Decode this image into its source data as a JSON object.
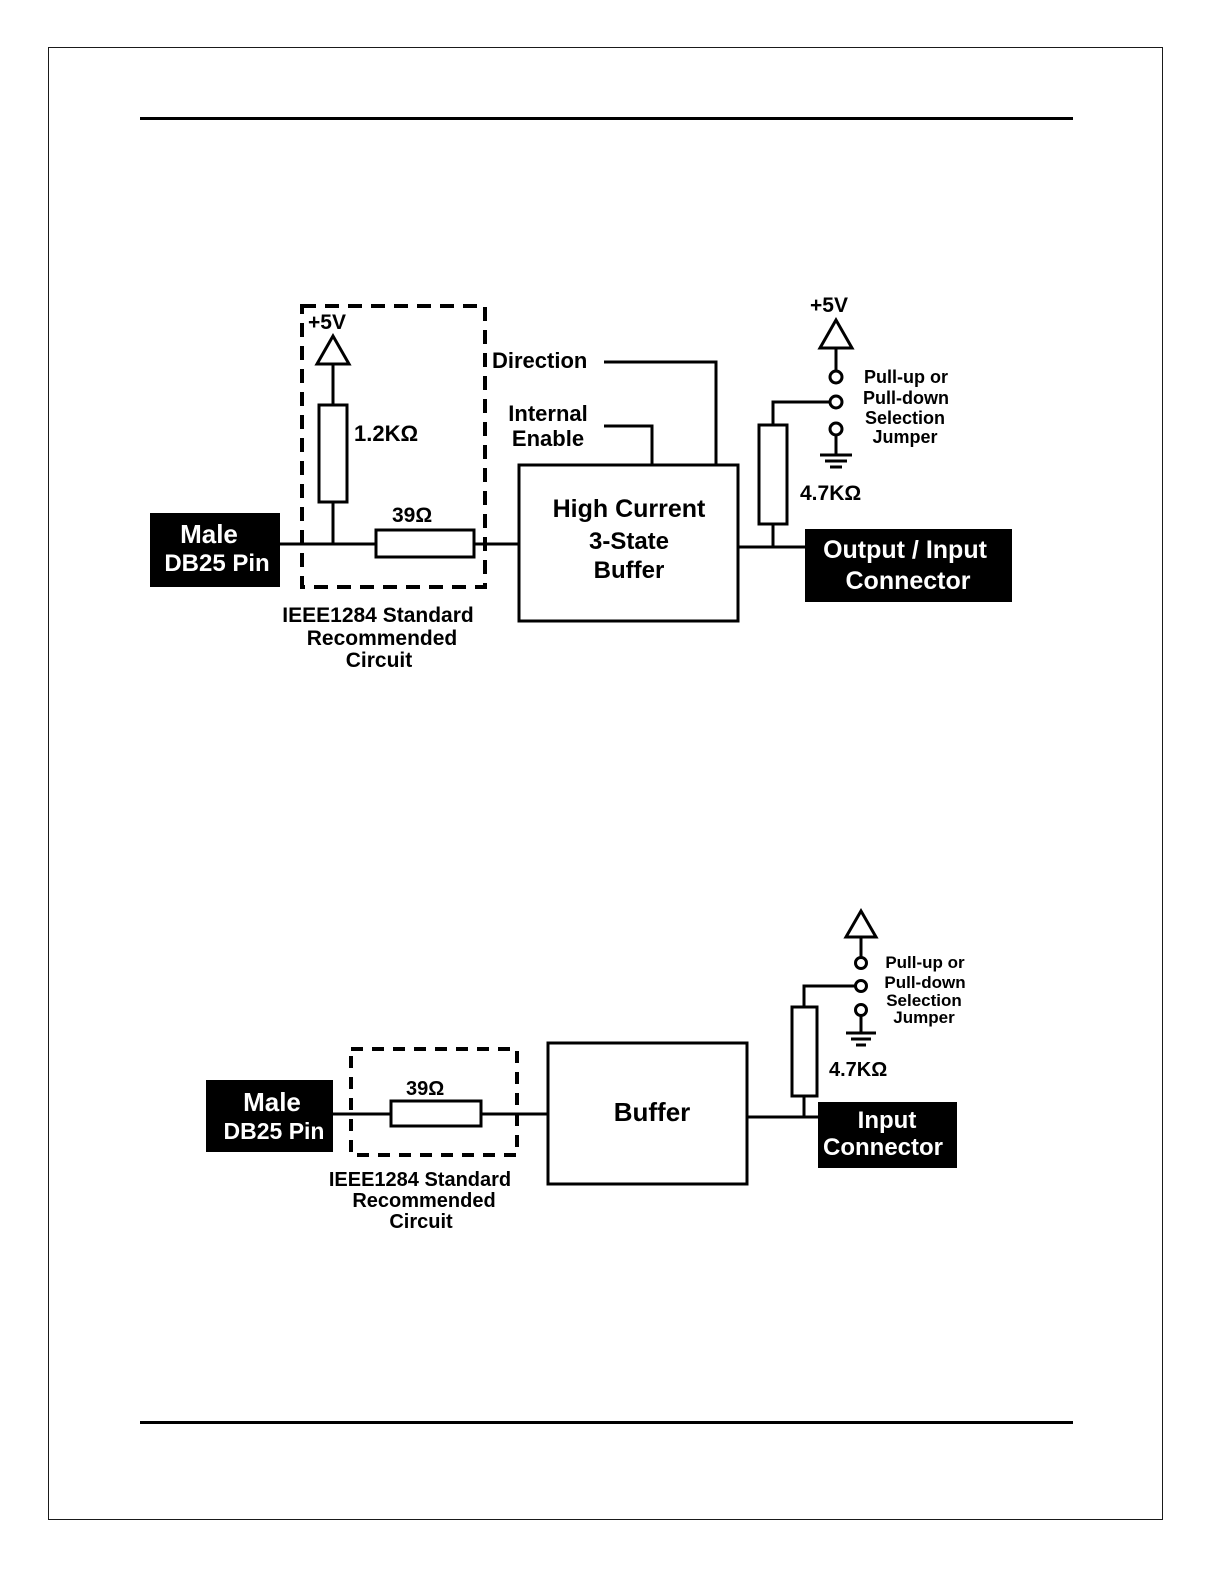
{
  "colors": {
    "ink": "#000000",
    "paper": "#ffffff"
  },
  "diagram_output": {
    "supply_label": "+5V",
    "pullup_resistor_label": "1.2KΩ",
    "series_resistor_label": "39Ω",
    "pin_label": [
      "Male",
      "DB25 Pin"
    ],
    "standard_caption": [
      "IEEE1284 Standard",
      "Recommended",
      "Circuit"
    ],
    "direction_label": "Direction",
    "enable_label": [
      "Internal",
      "Enable"
    ],
    "buffer_label": [
      "High Current",
      "3-State",
      "Buffer"
    ],
    "jumper_supply_label": "+5V",
    "jumper_label": [
      "Pull-up or",
      "Pull-down",
      "Selection",
      "Jumper"
    ],
    "jumper_resistor_label": "4.7KΩ",
    "connector_label": [
      "Output / Input",
      "Connector"
    ]
  },
  "diagram_input": {
    "series_resistor_label": "39Ω",
    "pin_label": [
      "Male",
      "DB25 Pin"
    ],
    "standard_caption": [
      "IEEE1284 Standard",
      "Recommended",
      "Circuit"
    ],
    "buffer_label": "Buffer",
    "jumper_label": [
      "Pull-up or",
      "Pull-down",
      "Selection",
      "Jumper"
    ],
    "jumper_resistor_label": "4.7KΩ",
    "connector_label": [
      "Input",
      "Connector"
    ]
  }
}
